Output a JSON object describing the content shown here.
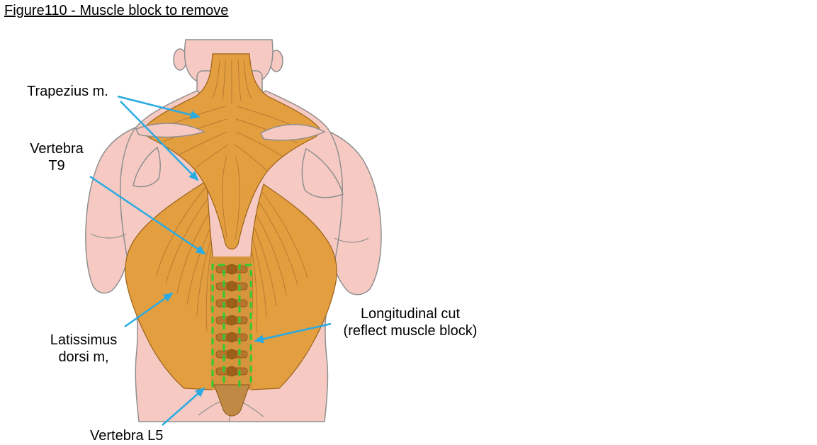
{
  "figure": {
    "title": "Figure110 - Muscle block to remove"
  },
  "labels": {
    "trapezius": "Trapezius m.",
    "vertebra_t9": {
      "line1": "Vertebra",
      "line2": "T9"
    },
    "latissimus": {
      "line1": "Latissimus",
      "line2": "dorsi m,"
    },
    "longitudinal_cut": {
      "line1": "Longitudinal cut",
      "line2": "(reflect muscle block)"
    },
    "vertebra_l5": "Vertebra L5"
  },
  "colors": {
    "arrow": "#29ABE2",
    "skin": "#F6CAC3",
    "skin_outline": "#8F8F8F",
    "muscle": "#E39E40",
    "muscle_outline": "#9A6216",
    "muscle_fiber": "#A9702A",
    "spine": "#B5752C",
    "spine_column": "#D6953D",
    "spine_dark": "#9C6018",
    "cut_line": "#2ECC2E",
    "text": "#000000",
    "background": "#FFFFFF"
  }
}
